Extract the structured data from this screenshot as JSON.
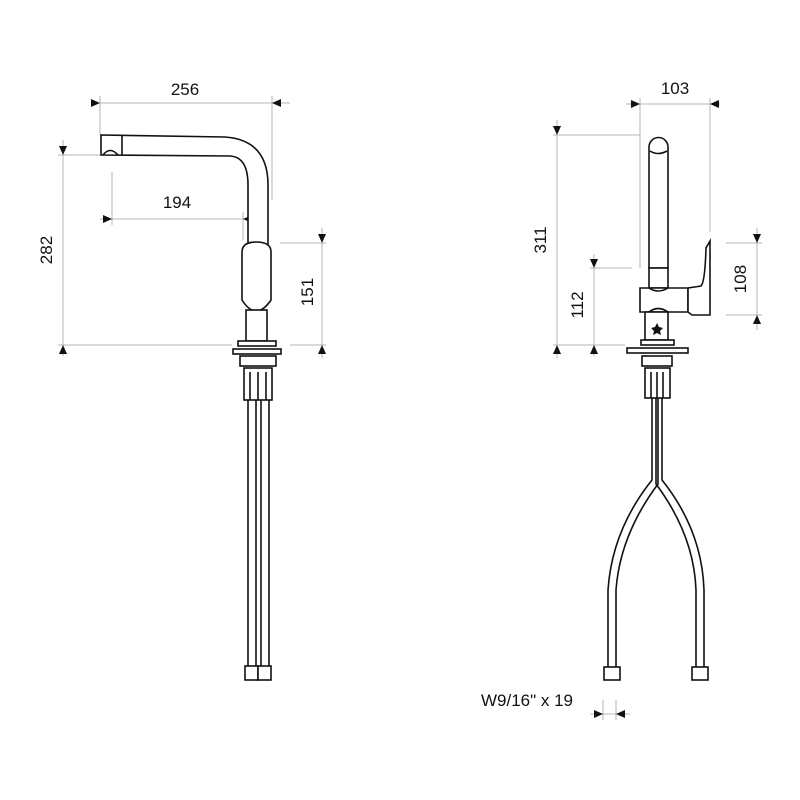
{
  "drawing": {
    "side_view": {
      "width_total": "256",
      "spout_reach": "194",
      "height_spout": "282",
      "height_body": "151"
    },
    "front_view": {
      "width_total": "103",
      "height_total": "311",
      "height_body": "112",
      "handle_height": "108",
      "connection": "W9/16\" x 19"
    },
    "colors": {
      "line": "#111111",
      "dimension": "#b4b4b4"
    }
  }
}
